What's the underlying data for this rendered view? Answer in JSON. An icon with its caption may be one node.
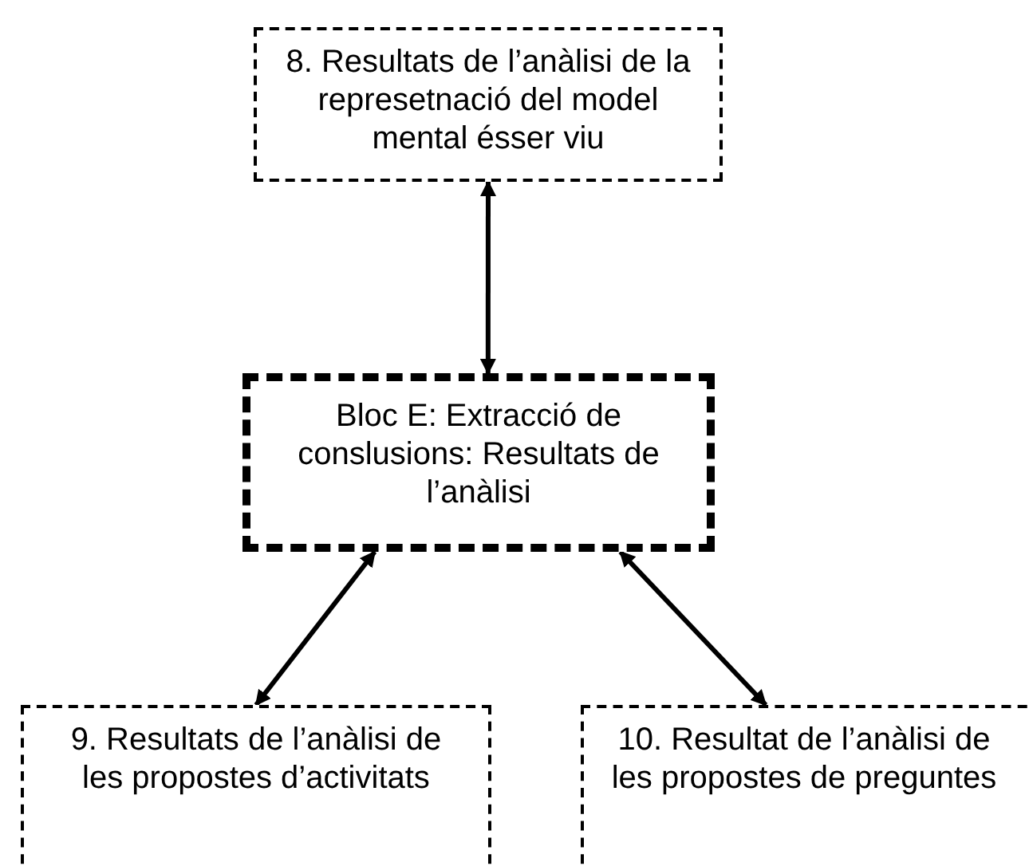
{
  "diagram": {
    "nodes": [
      {
        "text": [
          "8. Resultats de l’anàlisi de la represetnació del model mental ésser viu"
        ]
      },
      {
        "text": [
          "Bloc E: Extracció de conslusions: Resultats de l’anàlisi"
        ]
      },
      {
        "text": [
          "9. Resultats de l’anàlisi de les propostes d’activitats"
        ]
      },
      {
        "text": [
          "10. Resultat de l’anàlisi de les propostes de preguntes"
        ]
      }
    ],
    "edges": [
      {
        "from": 0,
        "to": 1,
        "arrow": "both"
      },
      {
        "from": 1,
        "to": 2,
        "arrow": "both"
      },
      {
        "from": 1,
        "to": 3,
        "arrow": "both"
      }
    ]
  }
}
